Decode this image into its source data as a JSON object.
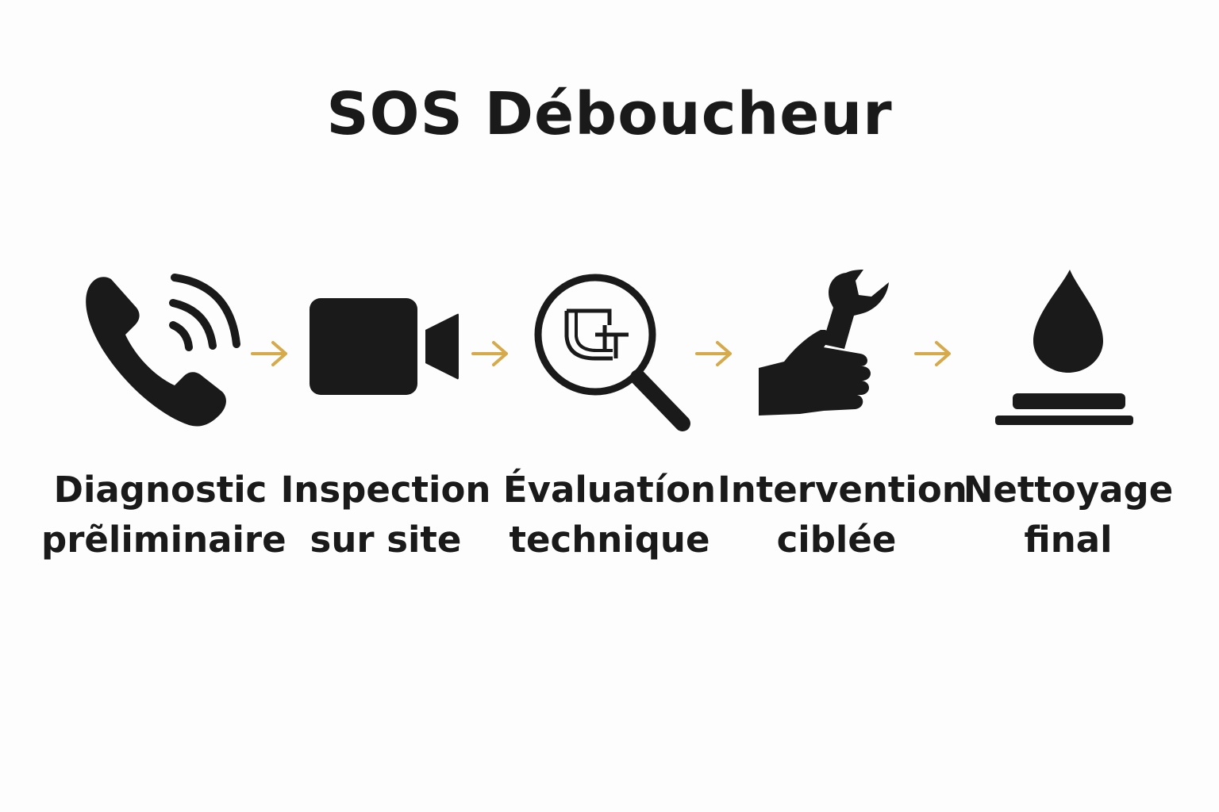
{
  "title": "SOS Déboucheur",
  "colors": {
    "ink": "#1a1a1a",
    "arrow": "#d6a94a",
    "background": "#fdfdfd"
  },
  "steps": [
    {
      "icon": "phone-call-icon",
      "line1": "Diagnostic",
      "line2": "prẽliminaire"
    },
    {
      "icon": "video-camera-icon",
      "line1": "Inspection",
      "line2": "sur site"
    },
    {
      "icon": "magnifier-pipe-icon",
      "line1": "Évaluatíon",
      "line2": "technique"
    },
    {
      "icon": "hand-wrench-icon",
      "line1": "Intervention",
      "line2": "ciblée"
    },
    {
      "icon": "water-drop-icon",
      "line1": "Nettoyage",
      "line2": "final"
    }
  ]
}
